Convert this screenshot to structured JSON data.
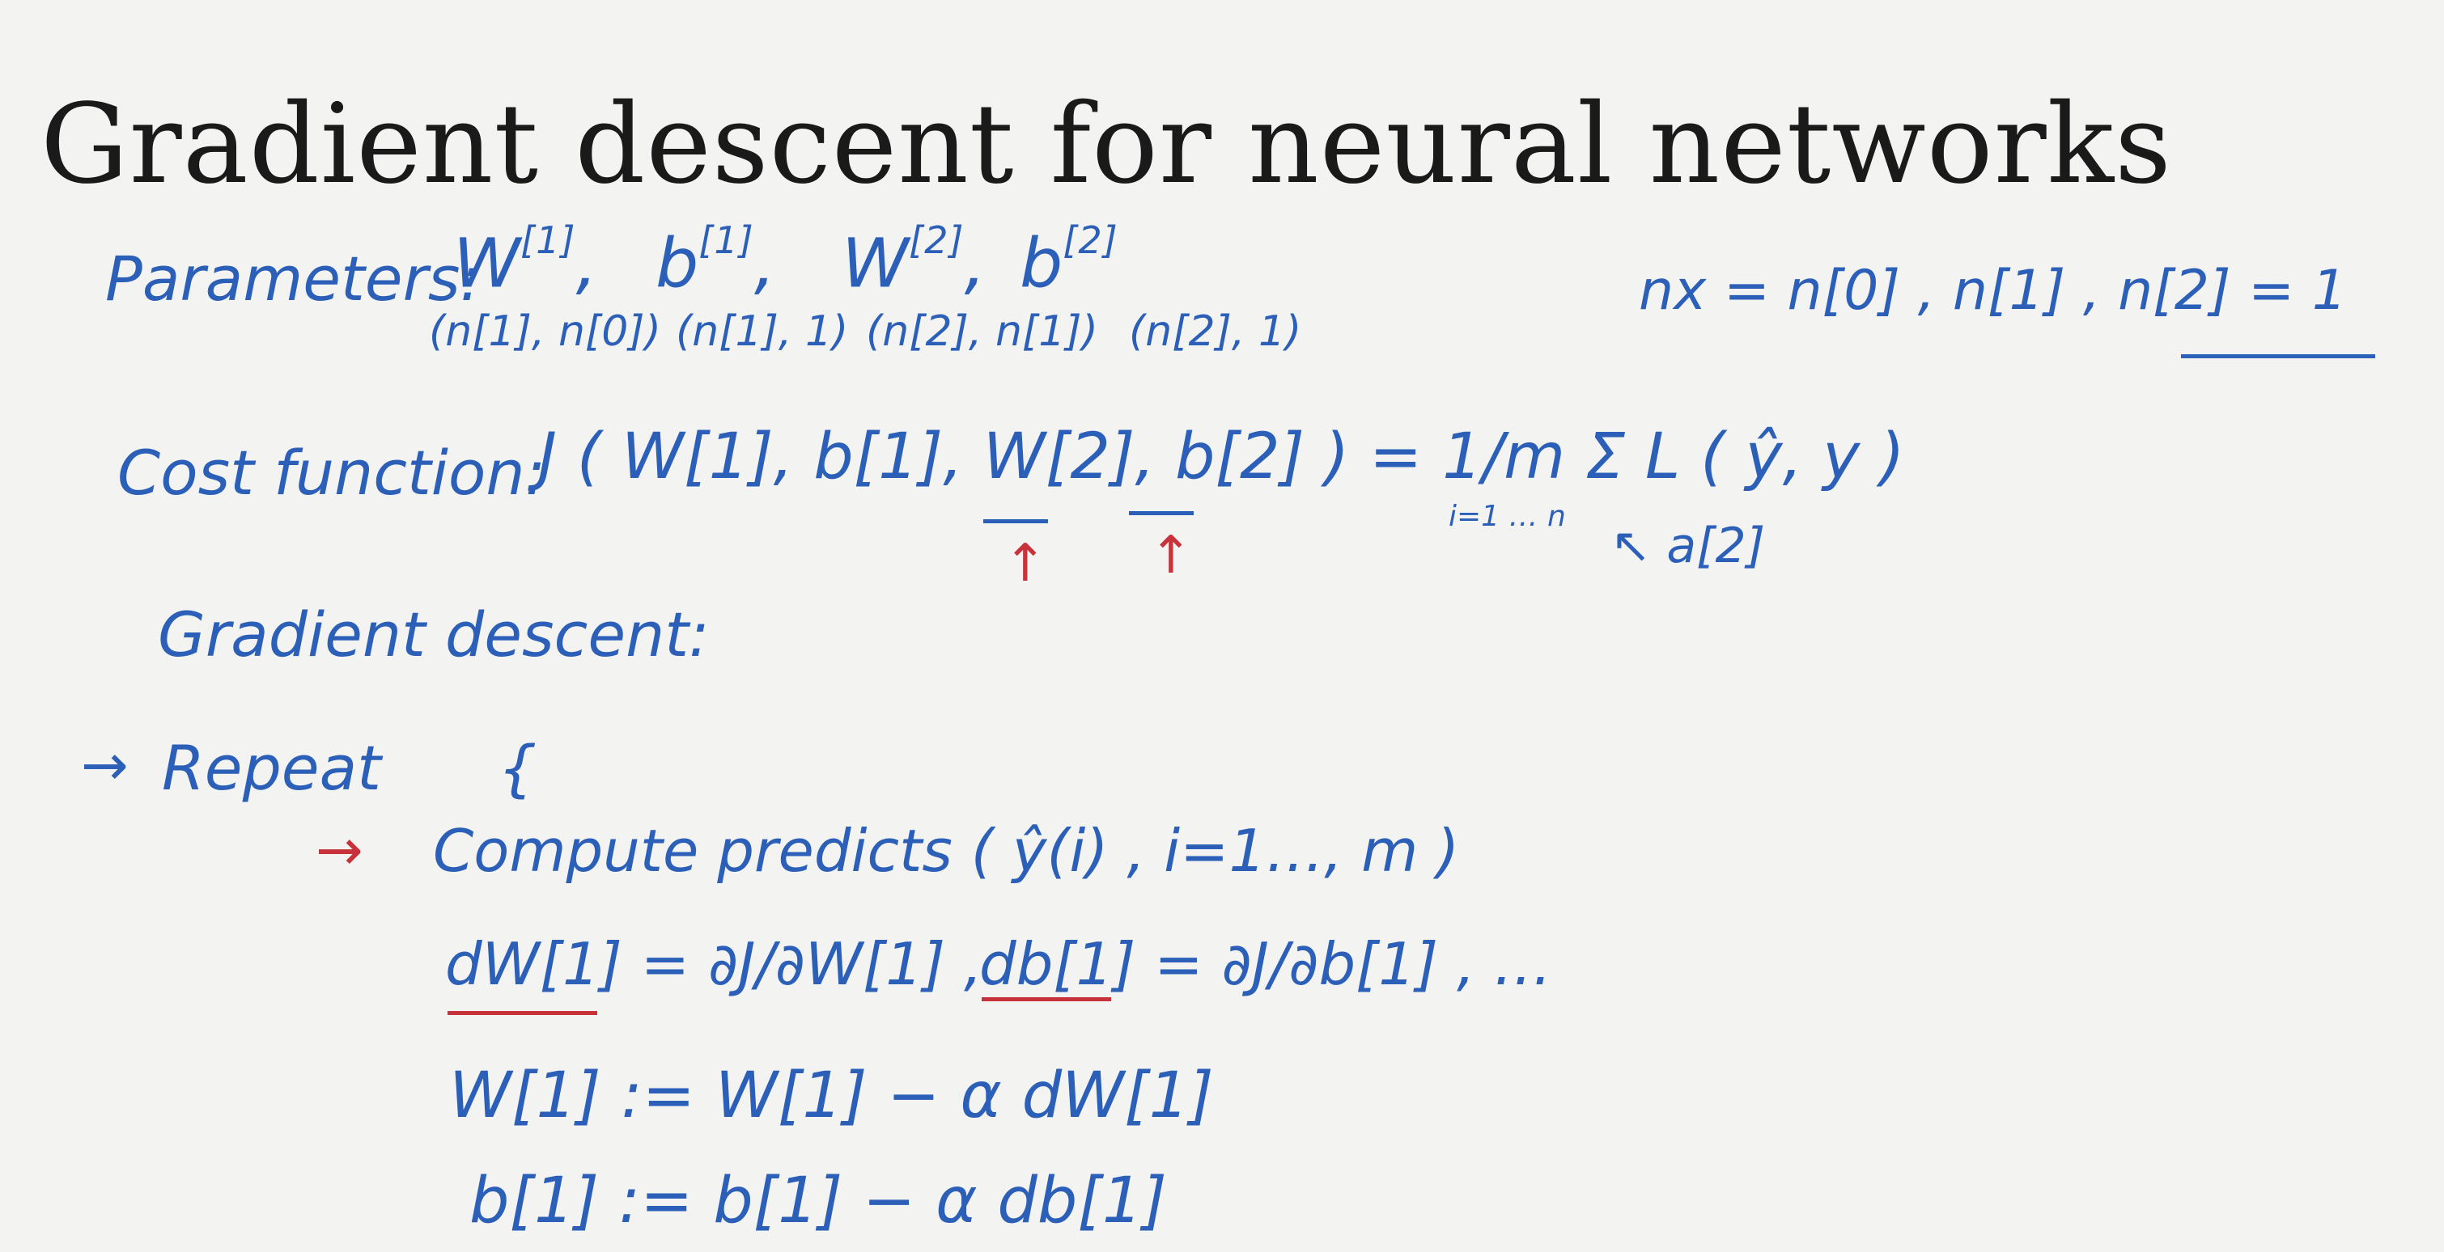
{
  "slide": {
    "title": "Gradient descent for neural networks",
    "colors": {
      "ink": "#2b5fb8",
      "accent": "#c8323a",
      "title": "#1a1a1a",
      "background": "#f3f3f1"
    },
    "parameters": {
      "label": "Parameters:",
      "W1": "W",
      "W1_sup": "[1]",
      "b1": "b",
      "b1_sup": "[1]",
      "W2": "W",
      "W2_sup": "[2]",
      "b2": "b",
      "b2_sup": "[2]",
      "dims": [
        "(n[1], n[0])",
        "(n[1], 1)",
        "(n[2], n[1])",
        "(n[2], 1)"
      ]
    },
    "layer_sizes": "nx = n[0] ,  n[1] ,  n[2] = 1",
    "cost_function": {
      "label": "Cost function:",
      "expression": "J ( W[1], b[1], W[2], b[2] ) = 1/m Σ L ( ŷ, y )",
      "sum_range": "i=1 … n",
      "yhat_note": "a[2]"
    },
    "gradient_descent": {
      "label": "Gradient descent:",
      "repeat": "Repeat {",
      "compute": "Compute predicts ( ŷ(i) , i=1…, m )",
      "dW": "dW[1] = ∂J/∂W[1] ,",
      "db": "db[1] = ∂J/∂b[1] , …",
      "update_W": "W[1] := W[1] − α dW[1]",
      "update_b": "b[1] := b[1] − α db[1]"
    }
  }
}
